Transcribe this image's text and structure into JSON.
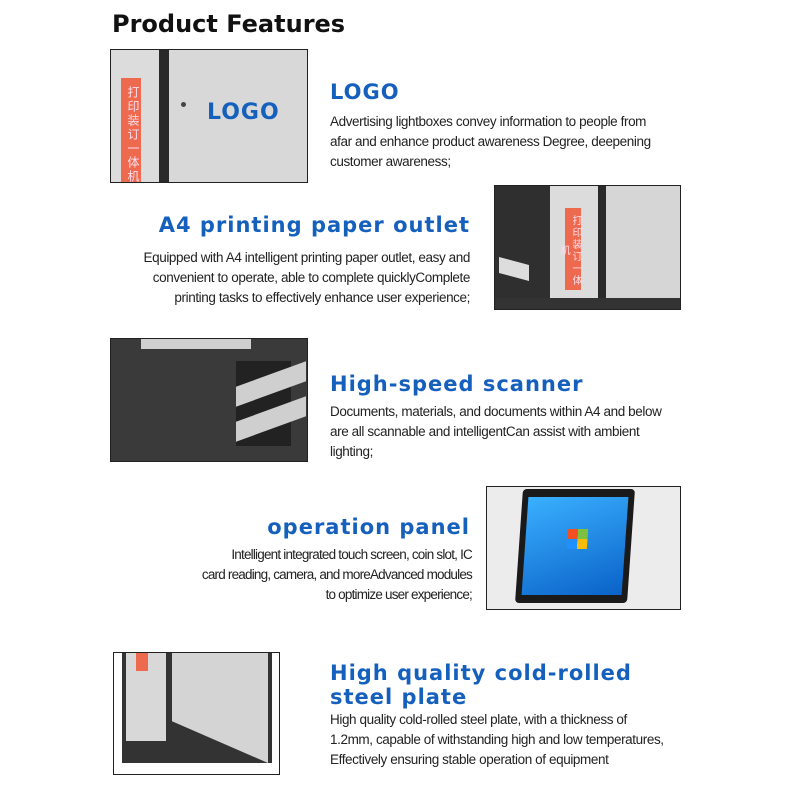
{
  "page_title": "Product Features",
  "strip_text": "打印装订一体机",
  "colors": {
    "heading": "#1560bd",
    "strip": "#ee6a4e"
  },
  "features": [
    {
      "heading": "LOGO",
      "image_logo": "LOGO",
      "lines": [
        "Advertising lightboxes convey information to people from",
        "afar and enhance product awareness Degree, deepening",
        "customer awareness;"
      ]
    },
    {
      "heading": "A4 printing paper outlet",
      "lines": [
        "Equipped with A4 intelligent printing paper outlet, easy and",
        "convenient to operate, able to complete quicklyComplete",
        "printing tasks to effectively enhance user experience;"
      ]
    },
    {
      "heading": "High-speed scanner",
      "lines": [
        "Documents, materials, and documents within A4 and below",
        "are all scannable and intelligentCan assist with ambient",
        "lighting;"
      ]
    },
    {
      "heading": "operation panel",
      "lines": [
        "Intelligent integrated touch screen, coin slot, IC",
        "card reading, camera, and moreAdvanced modules",
        "to optimize user experience;"
      ]
    },
    {
      "heading_lines": [
        "High quality cold-rolled",
        "steel plate"
      ],
      "lines": [
        "High quality cold-rolled steel plate, with a thickness of",
        "1.2mm, capable of withstanding high and low temperatures,",
        "Effectively ensuring stable operation of equipment"
      ]
    }
  ]
}
